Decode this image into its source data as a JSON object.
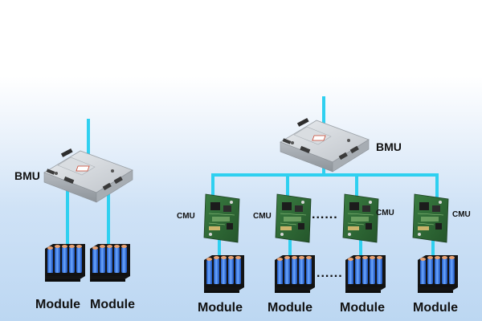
{
  "colors": {
    "bus": "#2fd0f0",
    "cell": "#2a6fe0",
    "cell_light": "#7fb2ff",
    "cell_holder": "#1b1b1b",
    "cell_terminal": "#e8a070",
    "pcb": "#2d6b34",
    "pcb_dark": "#1f4a24",
    "bmu_body": "#cfd3d8",
    "label": "#111111"
  },
  "left_system": {
    "bmu_label": "BMU",
    "modules": [
      {
        "label": "Module"
      },
      {
        "label": "Module"
      }
    ]
  },
  "right_system": {
    "bmu_label": "BMU",
    "cmu_units": [
      {
        "label": "CMU"
      },
      {
        "label": "CMU"
      },
      {
        "label": "CMU"
      },
      {
        "label": "CMU"
      }
    ],
    "modules": [
      {
        "label": "Module"
      },
      {
        "label": "Module"
      },
      {
        "label": "Module"
      },
      {
        "label": "Module"
      }
    ],
    "ellipsis_cmu": "......",
    "ellipsis_module": "......"
  },
  "icons": [
    "bmu-controller-icon",
    "cmu-board-icon",
    "battery-module-icon"
  ]
}
